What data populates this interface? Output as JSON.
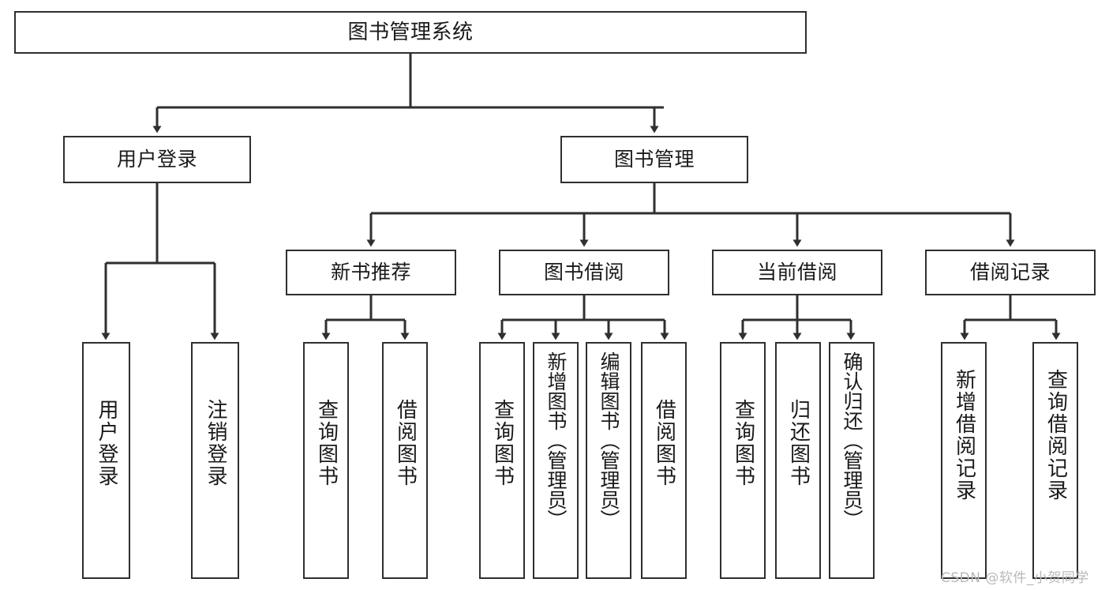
{
  "diagram": {
    "type": "tree-hierarchy-chart",
    "title": "图书管理系统",
    "line_color": "#2f2f2f",
    "box_fill": "#ffffff",
    "text_color": "#1a1a1a",
    "levels": {
      "root": {
        "label": "图书管理系统"
      },
      "level2": [
        {
          "id": "user-login",
          "label": "用户登录"
        },
        {
          "id": "book-management",
          "label": "图书管理"
        }
      ],
      "level3": [
        {
          "id": "new-book-recommend",
          "label": "新书推荐",
          "parent": "book-management"
        },
        {
          "id": "book-borrow",
          "label": "图书借阅",
          "parent": "book-management"
        },
        {
          "id": "current-borrow",
          "label": "当前借阅",
          "parent": "book-management"
        },
        {
          "id": "borrow-record",
          "label": "借阅记录",
          "parent": "book-management"
        }
      ],
      "leaves": [
        {
          "id": "leaf-user-login",
          "label": "用户登录",
          "parent": "user-login"
        },
        {
          "id": "leaf-logout-login",
          "label": "注销登录",
          "parent": "user-login"
        },
        {
          "id": "leaf-query-book-1",
          "label": "查询图书",
          "parent": "new-book-recommend"
        },
        {
          "id": "leaf-borrow-book-1",
          "label": "借阅图书",
          "parent": "new-book-recommend"
        },
        {
          "id": "leaf-query-book-2",
          "label": "查询图书",
          "parent": "book-borrow"
        },
        {
          "id": "leaf-add-book-admin",
          "label": "新增图书（管理员）",
          "parent": "book-borrow"
        },
        {
          "id": "leaf-edit-book-admin",
          "label": "编辑图书（管理员）",
          "parent": "book-borrow"
        },
        {
          "id": "leaf-borrow-book-2",
          "label": "借阅图书",
          "parent": "book-borrow"
        },
        {
          "id": "leaf-query-book-3",
          "label": "查询图书",
          "parent": "current-borrow"
        },
        {
          "id": "leaf-return-book",
          "label": "归还图书",
          "parent": "current-borrow"
        },
        {
          "id": "leaf-confirm-return-admin",
          "label": "确认归还（管理员）",
          "parent": "current-borrow"
        },
        {
          "id": "leaf-add-borrow-record",
          "label": "新增借阅记录",
          "parent": "borrow-record"
        },
        {
          "id": "leaf-query-borrow-record",
          "label": "查询借阅记录",
          "parent": "borrow-record"
        }
      ]
    }
  },
  "watermark": {
    "text": "CSDN @软件_小贺同学"
  }
}
